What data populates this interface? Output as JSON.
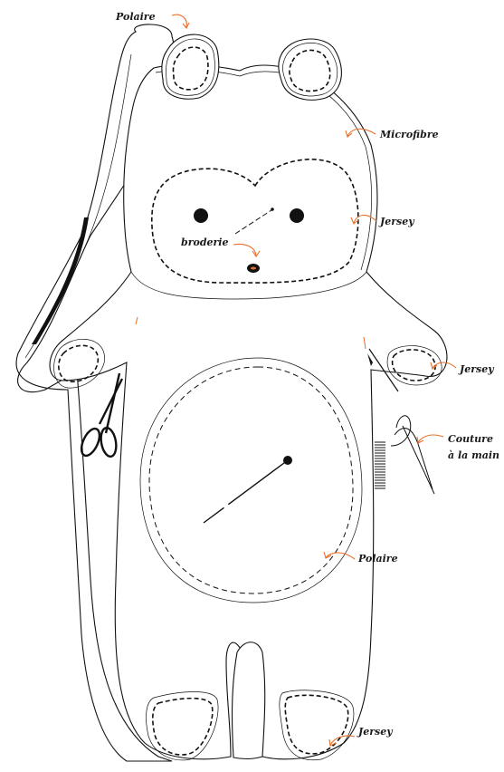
{
  "labels": {
    "polaire_top": "Polaire",
    "microfibre": "Microfibre",
    "jersey_face": "Jersey",
    "broderie": "broderie",
    "jersey_hand": "Jersey",
    "couture_line1": "Couture",
    "couture_line2": "à la main",
    "polaire_belly": "Polaire",
    "jersey_foot": "Jersey"
  },
  "colors": {
    "line": "#111111",
    "arrow": "#e8702a",
    "background": "#ffffff"
  },
  "icons": [
    "scissors-icon",
    "needle-icon",
    "pin-icon"
  ]
}
